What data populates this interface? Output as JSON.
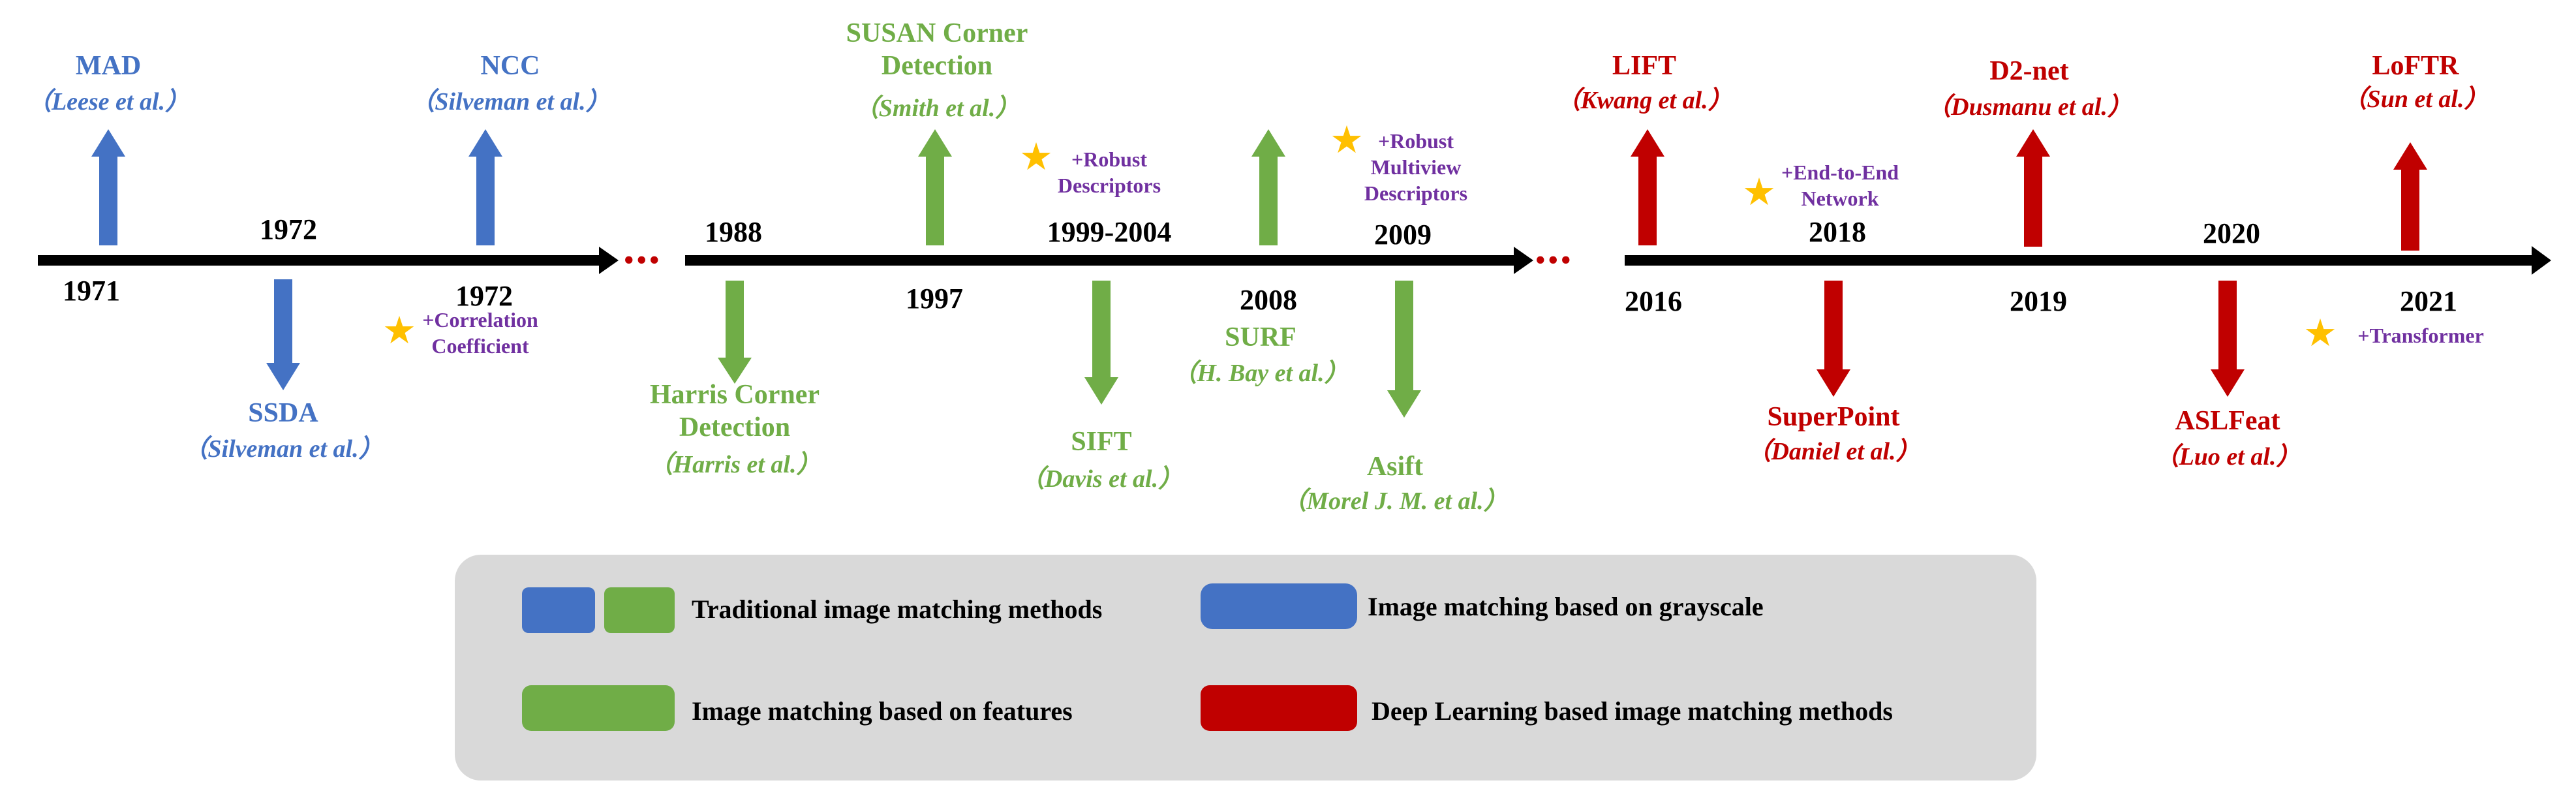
{
  "colors": {
    "blue": "#4472c4",
    "green": "#70ad47",
    "red": "#c00000",
    "note": "#7030a0",
    "star": "#ffc000",
    "axis": "#000000",
    "legend_bg": "#d9d9d9"
  },
  "events": [
    {
      "id": "mad",
      "name": "MAD",
      "author": "（Leese et al.）",
      "year": "1971"
    },
    {
      "id": "ssda",
      "name": "SSDA",
      "author": "（Silveman et al.）",
      "year": "1972"
    },
    {
      "id": "ncc",
      "name": "NCC",
      "author": "（Silveman et al.）",
      "year": "1972",
      "note": "+Correlation Coefficient"
    },
    {
      "id": "harris",
      "name": "Harris Corner Detection",
      "author": "（Harris et al.）",
      "year": "1988"
    },
    {
      "id": "susan",
      "name": "SUSAN Corner Detection",
      "author": "（Smith et al.）",
      "year": "1997"
    },
    {
      "id": "sift",
      "name": "SIFT",
      "author": "（Davis et al.）",
      "year": "1999-2004",
      "note": "+Robust Descriptors"
    },
    {
      "id": "surf",
      "name": "SURF",
      "author": "（H. Bay et al.）",
      "year": "2008"
    },
    {
      "id": "asift",
      "name": "Asift",
      "author": "（Morel J. M. et al.）",
      "year": "2009",
      "note": "+Robust Multiview Descriptors"
    },
    {
      "id": "lift",
      "name": "LIFT",
      "author": "（Kwang et al.）",
      "year": "2016"
    },
    {
      "id": "superpoint",
      "name": "SuperPoint",
      "author": "（Daniel et al.）",
      "year": "2018",
      "note": "+End-to-End Network"
    },
    {
      "id": "d2net",
      "name": "D2-net",
      "author": "（Dusmanu et al.）",
      "year": "2019"
    },
    {
      "id": "aslfeat",
      "name": "ASLFeat",
      "author": "（Luo et al.）",
      "year": "2020"
    },
    {
      "id": "loftr",
      "name": "LoFTR",
      "author": "（Sun et al.）",
      "year": "2021",
      "note": "+Transformer"
    }
  ],
  "labels": {
    "susan_line1": "SUSAN Corner",
    "susan_line2": "Detection",
    "harris_line1": "Harris Corner",
    "harris_line2": "Detection",
    "note_ncc_1": "+Correlation",
    "note_ncc_2": "Coefficient",
    "note_sift_1": "+Robust",
    "note_sift_2": "Descriptors",
    "note_asift_1": "+Robust",
    "note_asift_2": "Multiview",
    "note_asift_3": "Descriptors",
    "note_sp_1": "+End-to-End",
    "note_sp_2": "Network",
    "note_loftr": "+Transformer",
    "ellipsis": "..."
  },
  "legend": {
    "traditional": "Traditional image matching methods",
    "grayscale": "Image matching based on grayscale",
    "features": "Image matching based on features",
    "deep": "Deep Learning based image matching methods"
  }
}
